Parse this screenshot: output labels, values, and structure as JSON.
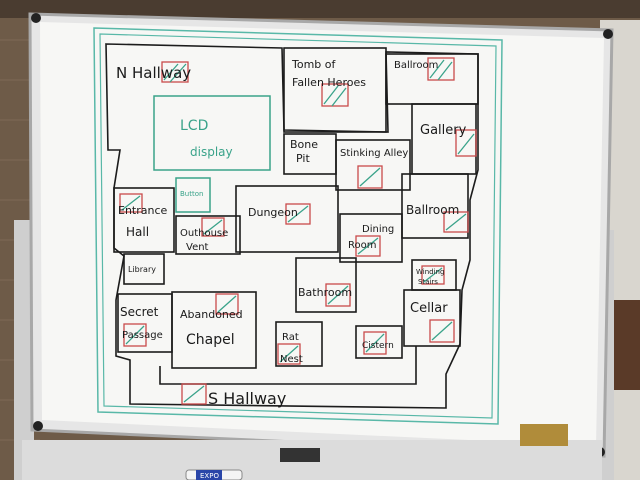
{
  "board": {
    "rooms": {
      "n_hallway": "N Hallway",
      "tomb_line1": "Tomb of",
      "tomb_line2": "Fallen Heroes",
      "ballroom_top": "Ballroom",
      "gallery": "Gallery",
      "bone_pit_line1": "Bone",
      "bone_pit_line2": "Pit",
      "stinking_alley": "Stinking Alley",
      "entrance_line1": "Entrance",
      "entrance_line2": "Hall",
      "dungeon": "Dungeon",
      "ballroom_right": "Ballroom",
      "dining_line1": "Dining",
      "dining_line2": "Room",
      "outhouse_line1": "Outhouse",
      "outhouse_line2": "Vent",
      "library": "Library",
      "winding_line1": "Winding",
      "winding_line2": "Stairs",
      "secret_line1": "Secret",
      "secret_line2": "Passage",
      "abandoned_line1": "Abandoned",
      "abandoned_line2": "Chapel",
      "bathroom": "Bathroom",
      "cellar": "Cellar",
      "rat_nest_line1": "Rat",
      "rat_nest_line2": "Nest",
      "cistern": "Cistern",
      "s_hallway": "S Hallway"
    },
    "lcd_line1": "LCD",
    "lcd_line2": "display",
    "button": "Button"
  },
  "marker": {
    "brand": "EXPO"
  }
}
